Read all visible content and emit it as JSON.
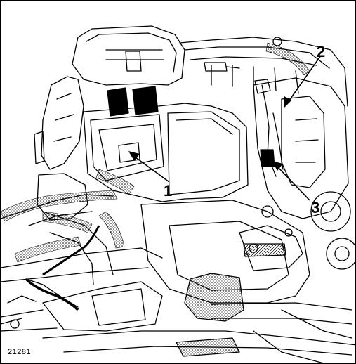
{
  "figure": {
    "code": "21281",
    "callouts": [
      {
        "id": "callout-1",
        "label": "1"
      },
      {
        "id": "callout-2",
        "label": "2"
      },
      {
        "id": "callout-3",
        "label": "3"
      }
    ]
  },
  "colors": {
    "ink": "#000000",
    "paper": "#ffffff",
    "shade": "#777777"
  },
  "icons": {
    "arrow": "arrow-head-icon"
  }
}
